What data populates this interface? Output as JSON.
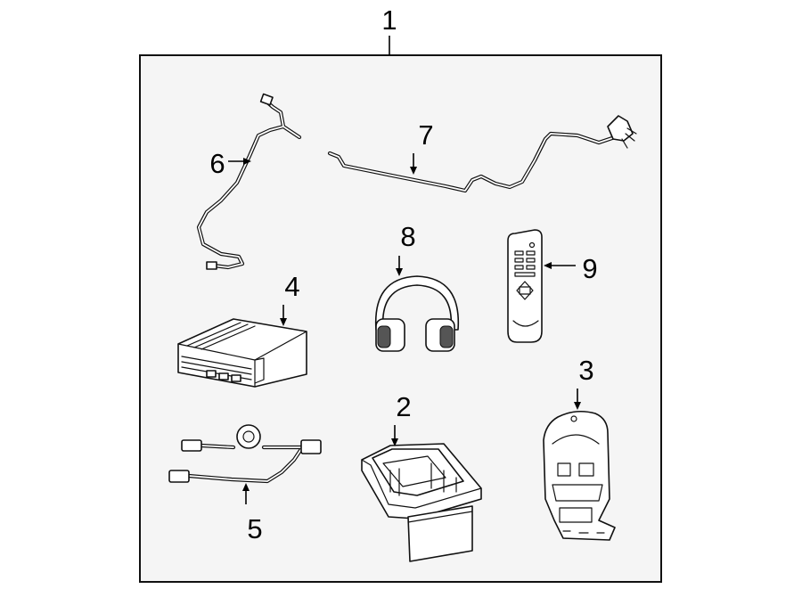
{
  "diagram": {
    "callouts": [
      {
        "id": "1",
        "label": "1"
      },
      {
        "id": "2",
        "label": "2"
      },
      {
        "id": "3",
        "label": "3"
      },
      {
        "id": "4",
        "label": "4"
      },
      {
        "id": "5",
        "label": "5"
      },
      {
        "id": "6",
        "label": "6"
      },
      {
        "id": "7",
        "label": "7"
      },
      {
        "id": "8",
        "label": "8"
      },
      {
        "id": "9",
        "label": "9"
      }
    ],
    "colors": {
      "background": "#ffffff",
      "panel": "#f5f5f5",
      "line": "#111111"
    },
    "parts": [
      {
        "callout": "1",
        "icon": "entertainment-system-kit-icon"
      },
      {
        "callout": "2",
        "icon": "overhead-console-icon"
      },
      {
        "callout": "3",
        "icon": "mounting-bracket-icon"
      },
      {
        "callout": "4",
        "icon": "dvd-player-icon"
      },
      {
        "callout": "5",
        "icon": "wiring-harness-icon"
      },
      {
        "callout": "6",
        "icon": "cable-icon"
      },
      {
        "callout": "7",
        "icon": "cable-icon"
      },
      {
        "callout": "8",
        "icon": "headphones-icon"
      },
      {
        "callout": "9",
        "icon": "remote-control-icon"
      }
    ]
  }
}
